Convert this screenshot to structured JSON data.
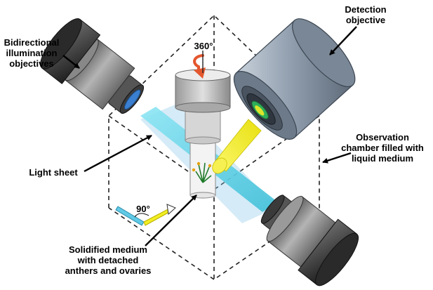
{
  "labels": {
    "bidirectional": "Bidirectional\nillumination\nobjectives",
    "detection": "Detection\nobjective",
    "rotation": "360°",
    "chamber": "Observation\nchamber filled with\nliquid medium",
    "light_sheet": "Light sheet",
    "angle": "90°",
    "sample": "Solidified medium\nwith detached\nanthers and ovaries"
  },
  "colors": {
    "illumination_beam": "#5fd3e8",
    "detection_beam": "#f2ee22",
    "rotation_arrow": "#e4572e",
    "objective_body": "#8c8c8c",
    "detection_body": "#8d9bab",
    "sheet_plane": "#86c5e8"
  },
  "icons": [
    "rotation-arrow-icon",
    "angle-indicator-icon"
  ]
}
